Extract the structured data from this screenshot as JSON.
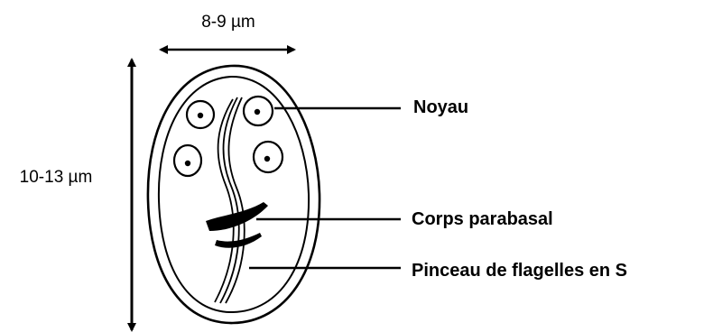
{
  "dimensions": {
    "width_label": "8-9 µm",
    "height_label": "10-13 µm"
  },
  "labels": {
    "nucleus": "Noyau",
    "parabasal_body": "Corps parabasal",
    "flagella": "Pinceau de flagelles en S"
  },
  "colors": {
    "ink": "#000000",
    "background": "#ffffff"
  }
}
